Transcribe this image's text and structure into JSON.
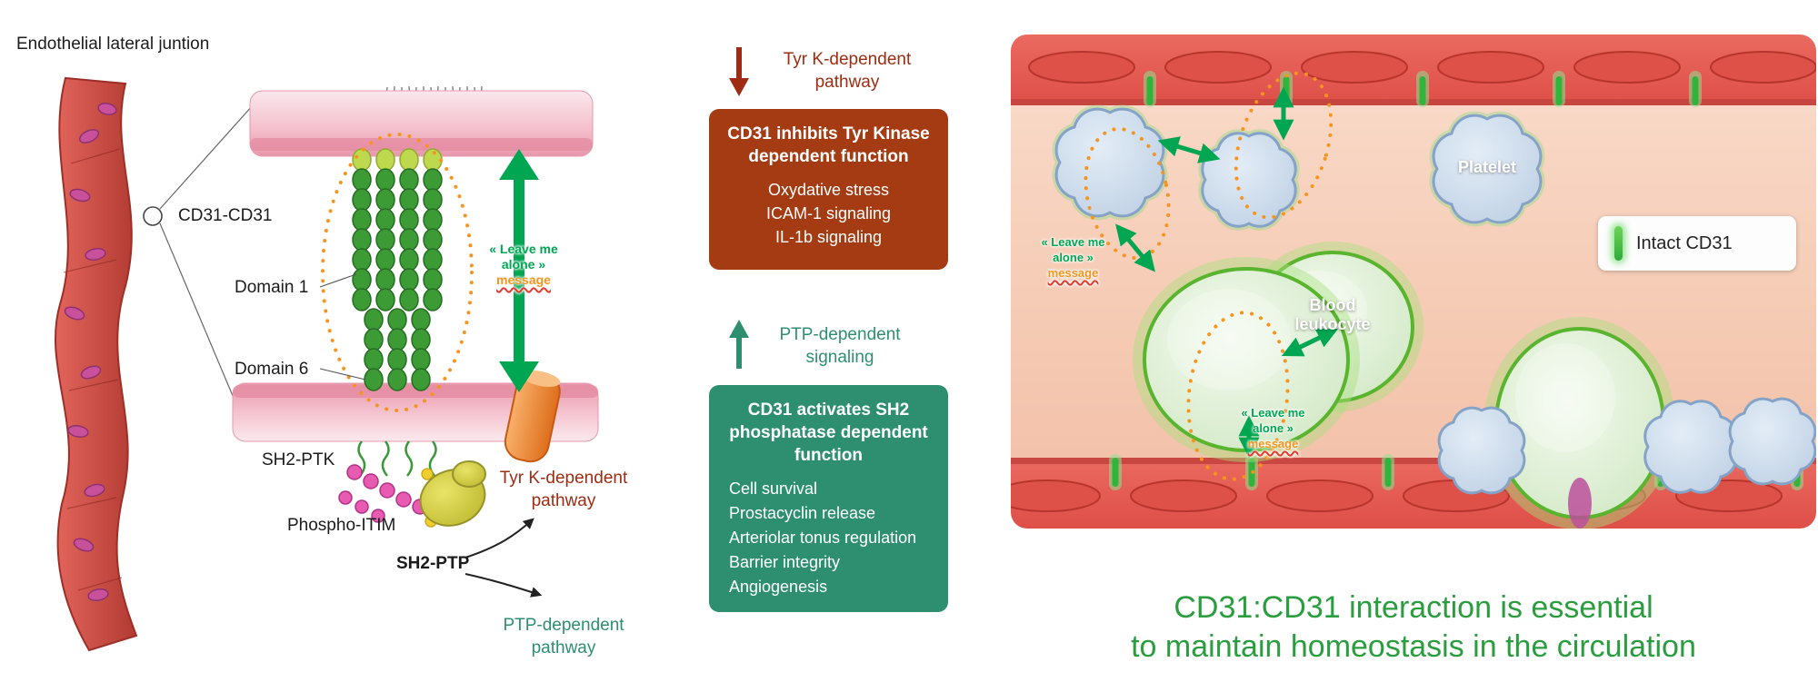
{
  "left": {
    "title": "Endothelial lateral juntion",
    "cd31_cd31": "CD31-CD31",
    "domain_1": "Domain 1",
    "domain_6": "Domain 6",
    "leave_me_line1": "« Leave me",
    "leave_me_line2": "alone »",
    "leave_me_line3": "message",
    "sh2_ptk": "SH2-PTK",
    "phospho_itim": "Phospho-ITIM",
    "sh2_ptp": "SH2-PTP",
    "tyrk_pathway": "Tyr K-dependent pathway",
    "ptp_pathway": "PTP-dependent pathway"
  },
  "middle": {
    "tyrk_label": "Tyr K-dependent pathway",
    "tyrk_box": {
      "title": "CD31 inhibits Tyr Kinase dependent function",
      "items": [
        "Oxydative stress",
        "ICAM-1 signaling",
        "IL-1b signaling"
      ]
    },
    "ptp_label": "PTP-dependent signaling",
    "ptp_box": {
      "title": "CD31 activates SH2 phosphatase dependent function",
      "items": [
        "Cell survival",
        "Prostacyclin release",
        "Arteriolar tonus regulation",
        "Barrier integrity",
        "Angiogenesis"
      ]
    }
  },
  "right": {
    "platelet": "Platelet",
    "intact_cd31": "Intact CD31",
    "blood_leukocyte": "Blood leukocyte",
    "msg1_line1": "« Leave me",
    "msg1_line2": "alone »",
    "msg1_line3": "message",
    "msg2_line1": "« Leave me",
    "msg2_line2": "alone »",
    "msg2_line3": "message",
    "caption_line1": "CD31:CD31 interaction is essential",
    "caption_line2": "to maintain homeostasis in the circulation"
  },
  "colors": {
    "dark_red": "#9E2C12",
    "brick_box": "#A43B13",
    "green_box": "#2E8F70",
    "bright_green": "#00A651",
    "orange_dots": "#F7941E",
    "caption_green": "#2A9D3F",
    "vessel_red": "#D6564E",
    "membrane_pink": "#EFA6B9"
  }
}
